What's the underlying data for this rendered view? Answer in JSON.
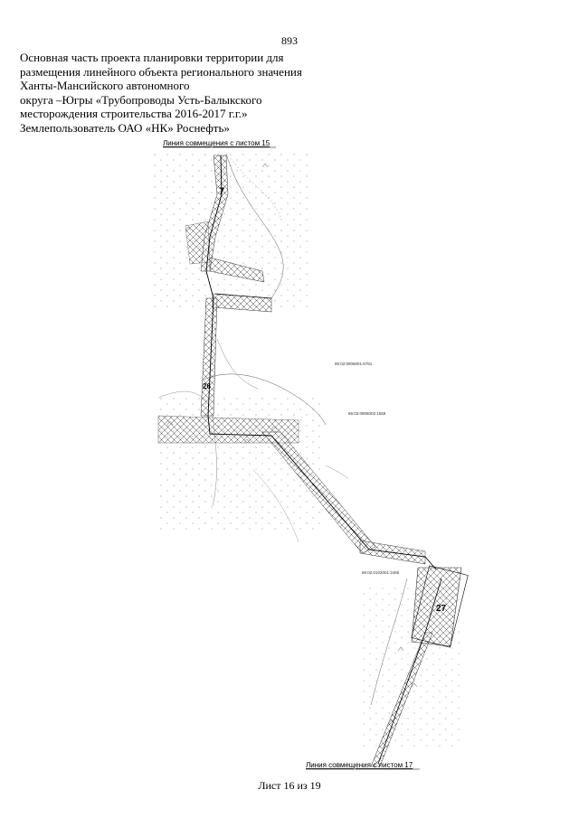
{
  "page": {
    "number": "893",
    "footer": "Лист 16 из 19"
  },
  "header": {
    "lines": [
      "Основная часть проекта планировки территории для",
      "размещения линейного объекта регионального значения",
      "Ханты-Мансийского автономного",
      "округа –Югры «Трубопроводы Усть-Балыкского",
      "месторождения строительства 2016-2017 г.г.»",
      "Землепользователь ОАО «НК» Роснефть»"
    ]
  },
  "map": {
    "match_line_top": "Линия совмещения с листом 15",
    "match_line_bottom": "Линия совмещения с листом 17",
    "parcel_labels": {
      "p1": "86:02:0906001:6781",
      "p2": "86:02:0906002:1559",
      "p3": "86:02:0102001:2465"
    },
    "section_numbers": {
      "s7": "7",
      "s26": "26",
      "s27": "27"
    }
  }
}
